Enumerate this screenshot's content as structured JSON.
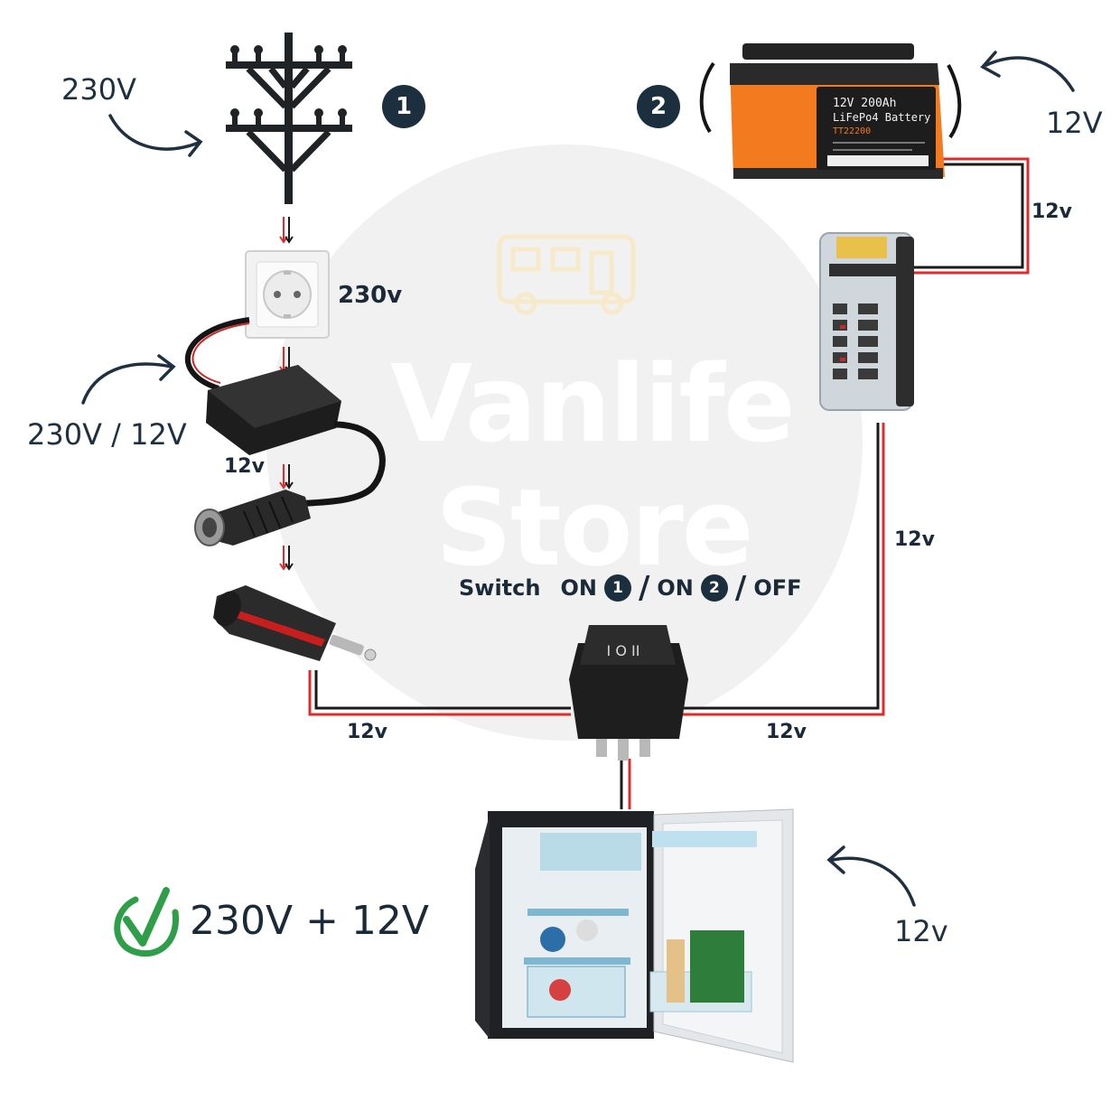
{
  "watermark": {
    "line1": "Vanlife",
    "line2": "Store"
  },
  "badges": {
    "grid": "1",
    "battery": "2"
  },
  "battery": {
    "line1": "12V 200Ah",
    "line2": "LiFePo4 Battery",
    "model": "TT22200"
  },
  "labels": {
    "grid_voltage": "230V",
    "socket_voltage": "230v",
    "converter_voltage": "230V / 12V",
    "converter_out": "12v",
    "battery_voltage": "12V",
    "battery_to_fuse": "12v",
    "fuse_to_switch": "12v",
    "plug_to_switch": "12v",
    "switch_right": "12v",
    "fridge_voltage": "12v"
  },
  "switch": {
    "prefix": "Switch",
    "on1": "ON",
    "num1": "1",
    "sep1": "/",
    "on2": "ON",
    "num2": "2",
    "sep2": "/",
    "off": "OFF"
  },
  "result": {
    "text": "230V + 12V"
  },
  "colors": {
    "navy": "#1b2f3e",
    "wire_red": "#e02b2b",
    "wire_black": "#1a1a1a",
    "check_green": "#2e9e48",
    "battery_orange": "#f47a1f"
  }
}
